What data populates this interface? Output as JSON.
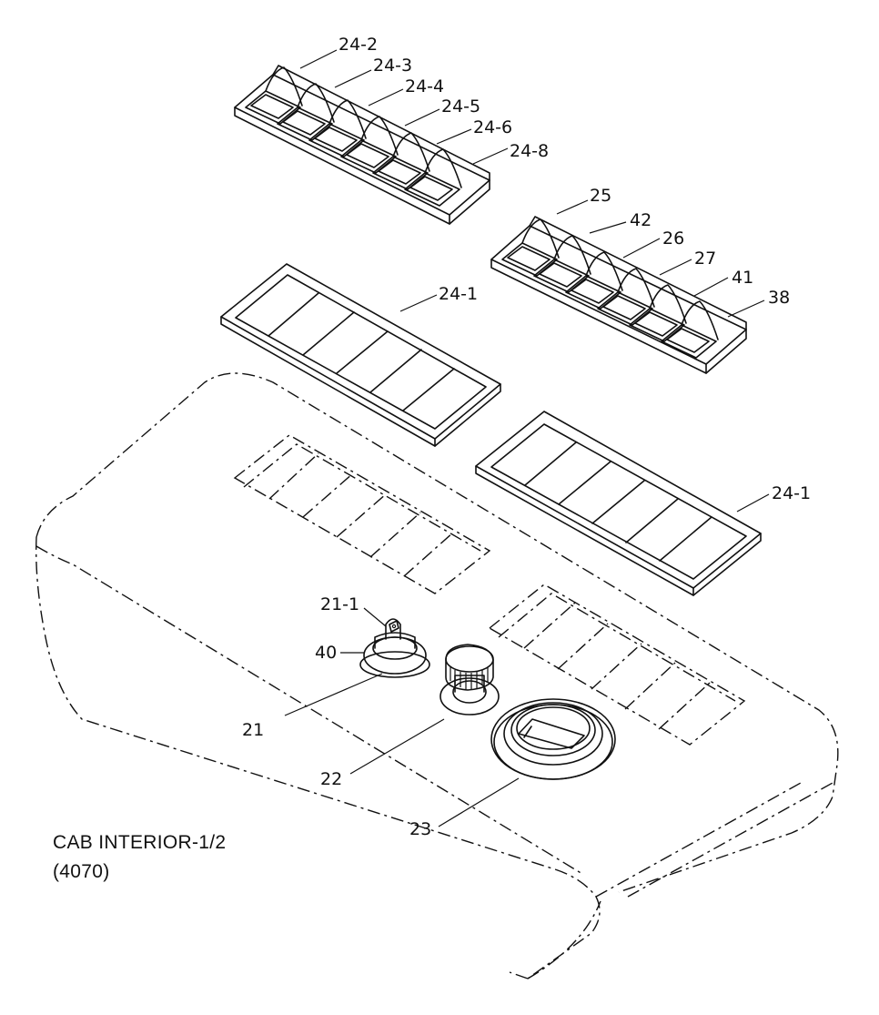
{
  "caption": {
    "title": "CAB INTERIOR-1/2",
    "model": "(4070)"
  },
  "callouts": {
    "c24_2": "24-2",
    "c24_3": "24-3",
    "c24_4": "24-4",
    "c24_5": "24-5",
    "c24_6": "24-6",
    "c24_8": "24-8",
    "c25": "25",
    "c42": "42",
    "c26": "26",
    "c27": "27",
    "c41": "41",
    "c38": "38",
    "c24_1a": "24-1",
    "c24_1b": "24-1",
    "c21_1": "21-1",
    "c40": "40",
    "c21": "21",
    "c22": "22",
    "c23": "23"
  }
}
